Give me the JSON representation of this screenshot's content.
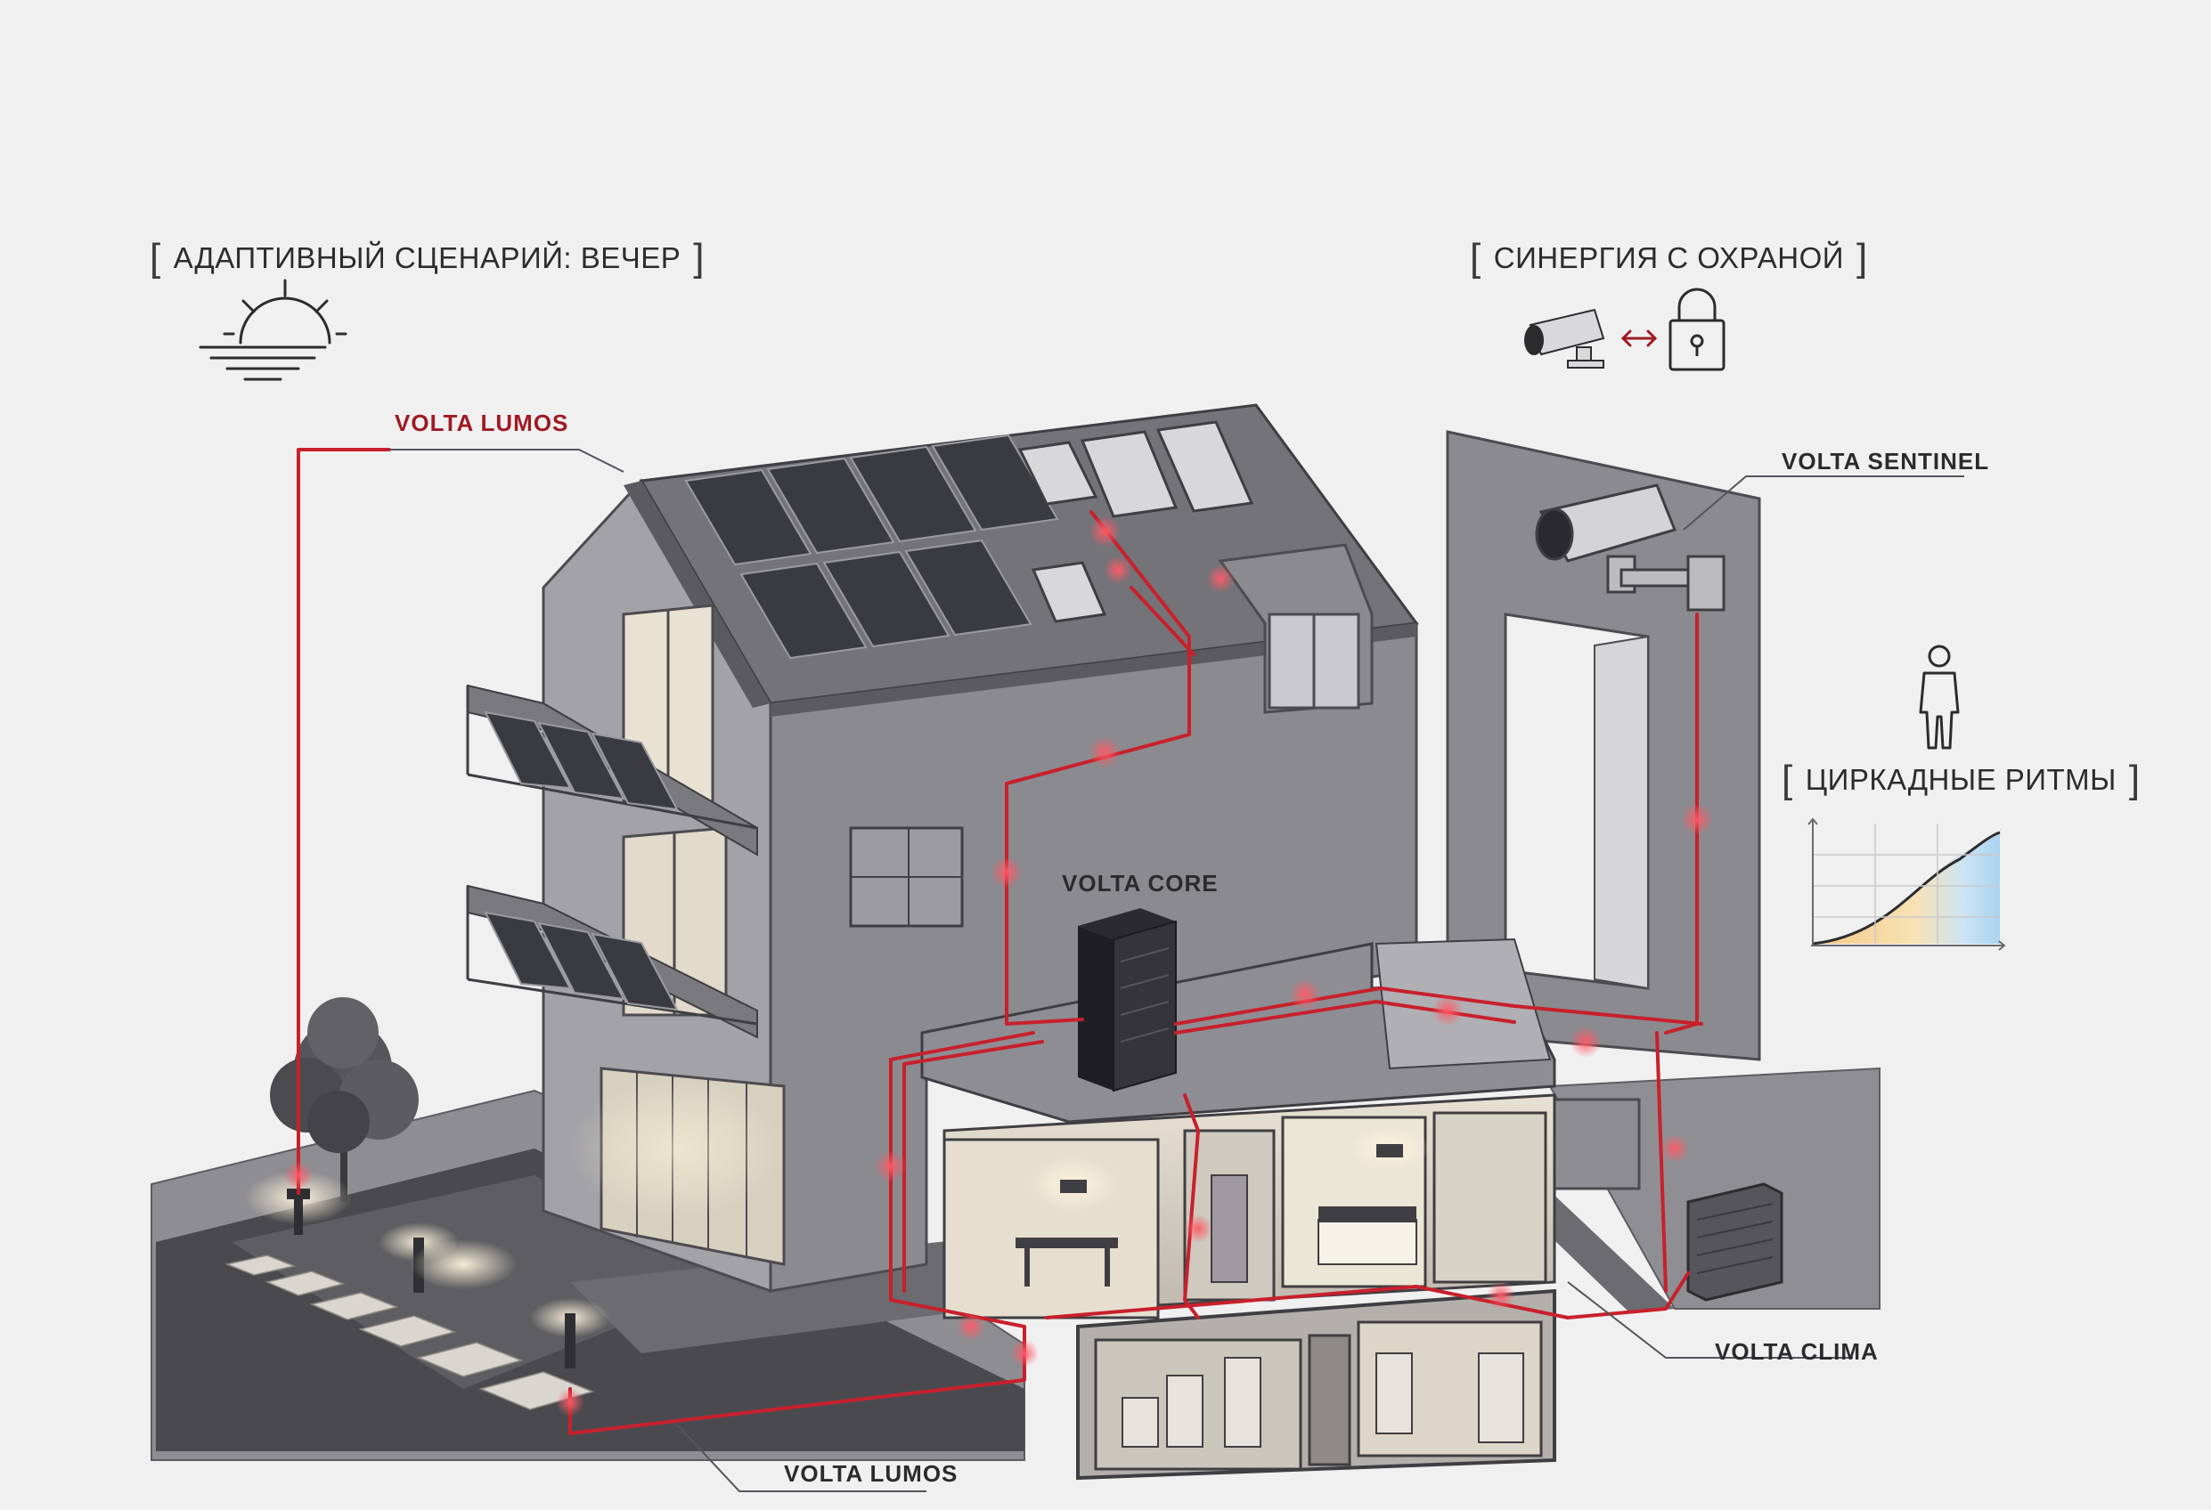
{
  "callouts": {
    "adaptive": "АДАПТИВНЫЙ СЦЕНАРИЙ: ВЕЧЕР",
    "security": "СИНЕРГИЯ С ОХРАНОЙ",
    "circadian": "ЦИРКАДНЫЕ РИТМЫ"
  },
  "labels": {
    "lumos_top": "VOLTA LUMOS",
    "sentinel": "VOLTA SENTINEL",
    "core": "VOLTA CORE",
    "clima": "VOLTA CLIMA",
    "lumos_bottom": "VOLTA LUMOS"
  },
  "brackets": {
    "open": "[",
    "close": "]"
  },
  "colors": {
    "background": "#f1f0f1",
    "cable": "#c8202c",
    "accent_text": "#9e1b24",
    "wall": "#8d8c90",
    "roof": "#6f6e73",
    "panel": "#3a3b40"
  },
  "icons": [
    "sunset-icon",
    "security-camera-icon",
    "two-way-arrow-icon",
    "padlock-icon",
    "person-icon",
    "circadian-curve-icon"
  ]
}
